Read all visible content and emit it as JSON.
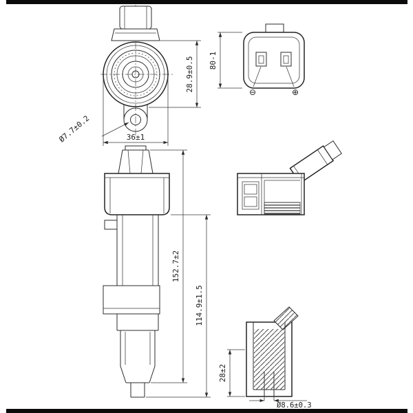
{
  "drawing": {
    "ink_color": "#2b2b2b",
    "background": "#ffffff",
    "labels": {
      "dim_hole": "Ø7.7±0.2",
      "dim_width": "36±1",
      "dim_head_height": "28.9±0.5",
      "dim_connector_height": "80-1",
      "dim_total_length": "152.7±2",
      "dim_boot_length": "114.9±1.5",
      "dim_tip_length": "28±2",
      "dim_tip_diameter": "Ø8.6±0.3",
      "terminal_negative": "⊖",
      "terminal_positive": "⊕"
    }
  }
}
